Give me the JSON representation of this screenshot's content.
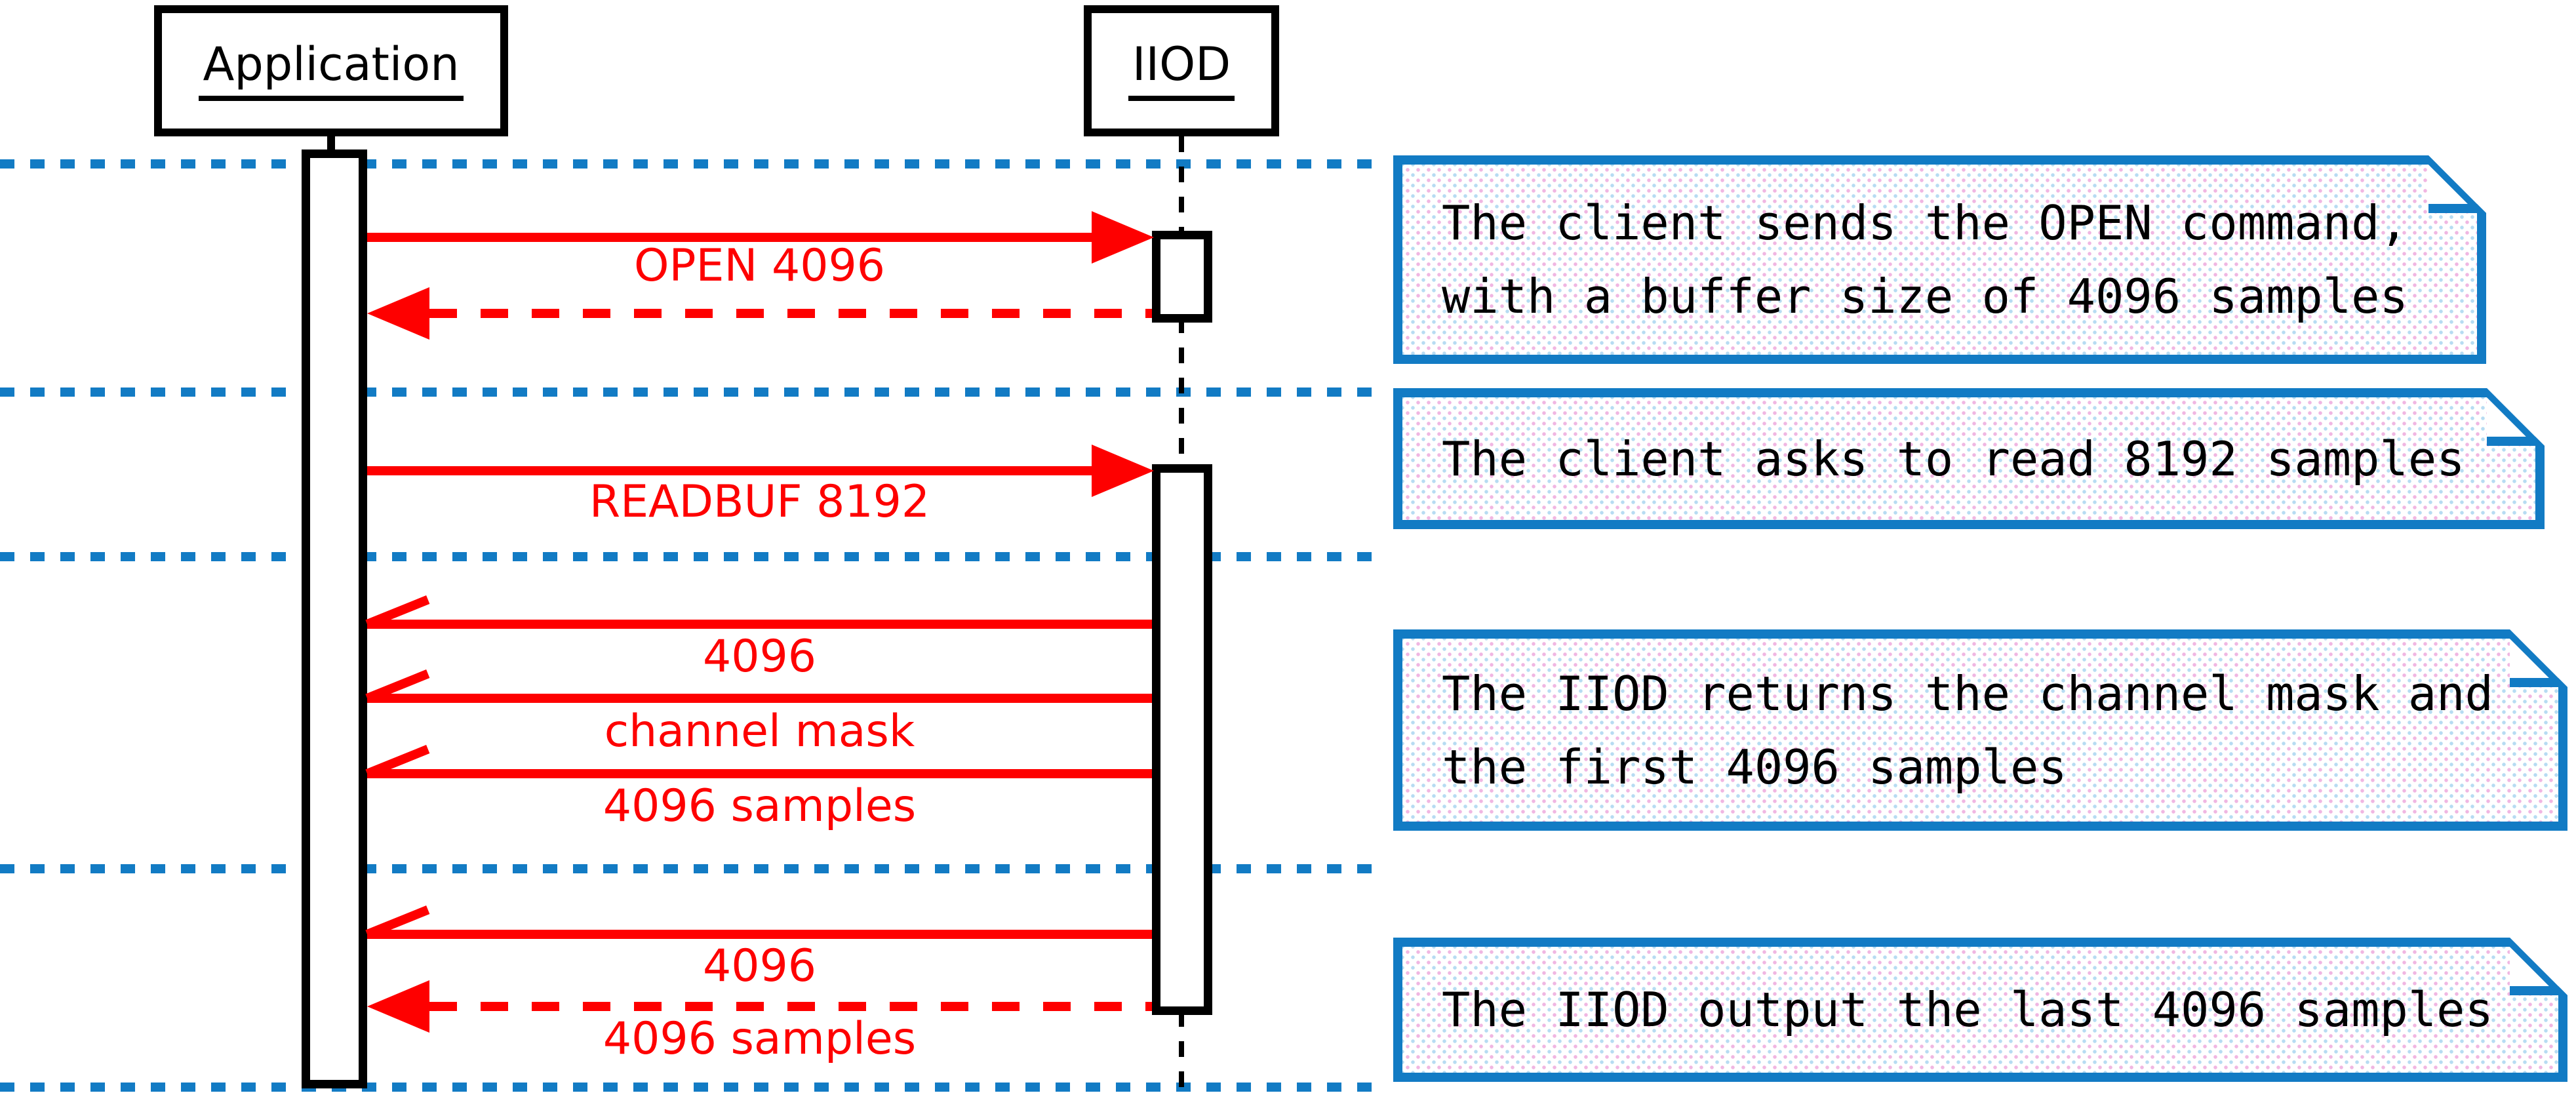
{
  "diagram": {
    "type": "sequence",
    "actors": [
      {
        "label": "Application"
      },
      {
        "label": "IIOD"
      }
    ],
    "messages": [
      {
        "label": "OPEN 4096",
        "from": "Application",
        "to": "IIOD",
        "style": "solid-filled"
      },
      {
        "label": "",
        "from": "IIOD",
        "to": "Application",
        "style": "dashed-filled"
      },
      {
        "label": "READBUF 8192",
        "from": "Application",
        "to": "IIOD",
        "style": "solid-filled"
      },
      {
        "label": "4096",
        "from": "IIOD",
        "to": "Application",
        "style": "solid-open"
      },
      {
        "label": "channel mask",
        "from": "IIOD",
        "to": "Application",
        "style": "solid-open"
      },
      {
        "label": "4096 samples",
        "from": "IIOD",
        "to": "Application",
        "style": "solid-open"
      },
      {
        "label": "4096",
        "from": "IIOD",
        "to": "Application",
        "style": "solid-open"
      },
      {
        "label": "4096 samples",
        "from": "IIOD",
        "to": "Application",
        "style": "dashed-filled"
      }
    ],
    "notes": [
      {
        "lines": [
          "The client sends the OPEN command,",
          "with a buffer size of 4096 samples"
        ]
      },
      {
        "lines": [
          "The client asks to read 8192 samples"
        ]
      },
      {
        "lines": [
          "The IIOD returns the channel mask and",
          "the first 4096 samples"
        ]
      },
      {
        "lines": [
          "The IIOD output the last 4096 samples"
        ]
      }
    ],
    "separator_count": 5
  },
  "colors": {
    "message_red": "#fe0000",
    "separator_blue": "#127bc4",
    "note_border_blue": "#127bc4",
    "note_fill": "#ebe6f4",
    "line_black": "#000000",
    "background": "#ffffff"
  }
}
